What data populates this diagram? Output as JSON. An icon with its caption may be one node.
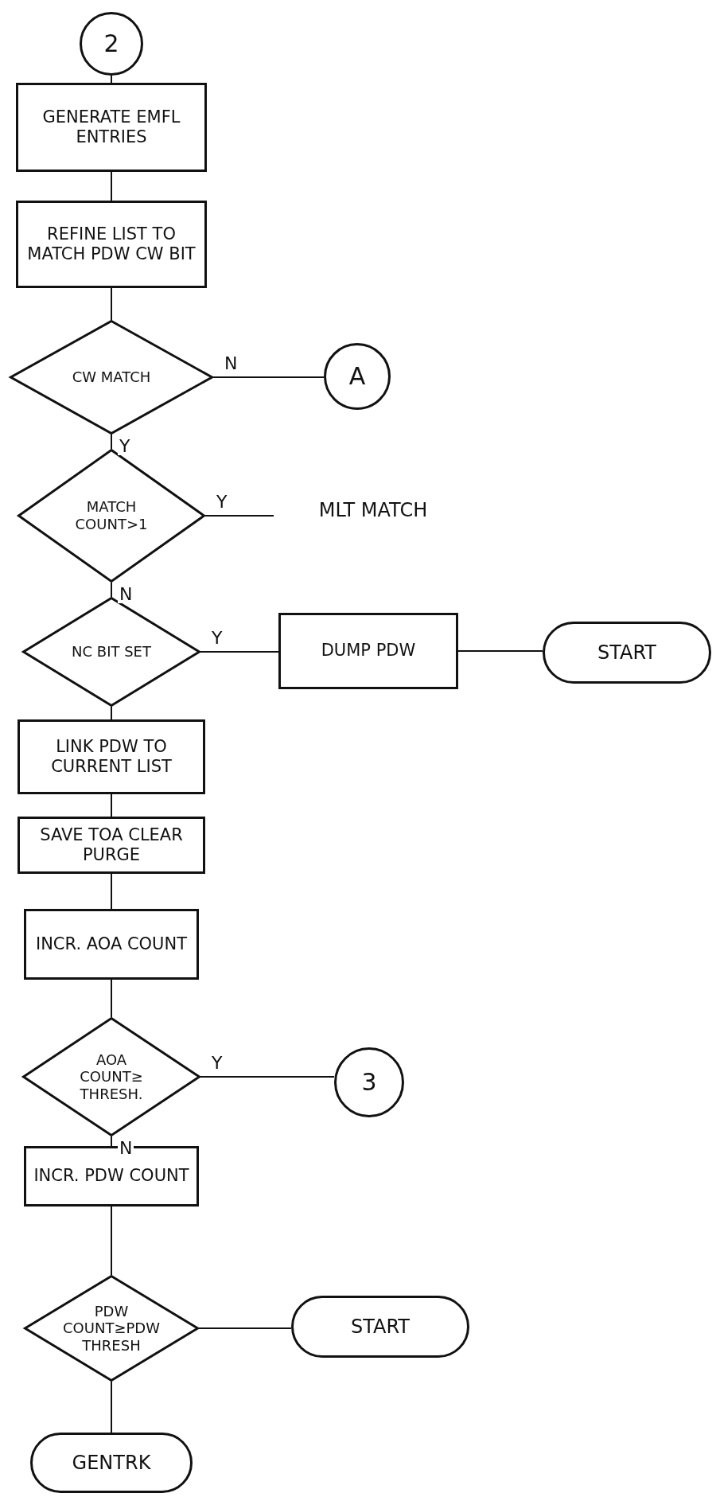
{
  "diagram": {
    "nodes": [
      {
        "text": [
          "2"
        ]
      },
      {
        "text": [
          "GENERATE EMFL ENTRIES"
        ]
      },
      {
        "text": [
          "REFINE LIST TO MATCH PDW CW BIT"
        ]
      },
      {
        "text": [
          "CW MATCH"
        ]
      },
      {
        "text": [
          "A"
        ]
      },
      {
        "text": [
          "MATCH COUNT>1"
        ]
      },
      {
        "text": [
          "MLT MATCH"
        ]
      },
      {
        "text": [
          "NC BIT SET"
        ]
      },
      {
        "text": [
          "DUMP PDW"
        ]
      },
      {
        "text": [
          "START"
        ]
      },
      {
        "text": [
          "LINK PDW TO CURRENT LIST"
        ]
      },
      {
        "text": [
          "SAVE TOA CLEAR PURGE"
        ]
      },
      {
        "text": [
          "INCR. AOA COUNT"
        ]
      },
      {
        "text": [
          "AOA COUNT≥ THRESH."
        ]
      },
      {
        "text": [
          "3"
        ]
      },
      {
        "text": [
          "INCR. PDW COUNT"
        ]
      },
      {
        "text": [
          "PDW COUNT≥PDW THRESH"
        ]
      },
      {
        "text": [
          "START"
        ]
      },
      {
        "text": [
          "GENTRK"
        ]
      }
    ],
    "edges": [
      {
        "from": 0,
        "to": 1,
        "arrow": "none"
      },
      {
        "from": 1,
        "to": 2,
        "arrow": "none"
      },
      {
        "from": 2,
        "to": 3,
        "arrow": "none"
      },
      {
        "from": 3,
        "to": 4,
        "arrow": "none",
        "label": "N"
      },
      {
        "from": 3,
        "to": 5,
        "arrow": "none",
        "label": "Y"
      },
      {
        "from": 5,
        "to": 6,
        "arrow": "none",
        "label": "Y"
      },
      {
        "from": 5,
        "to": 7,
        "arrow": "none",
        "label": "N"
      },
      {
        "from": 7,
        "to": 8,
        "arrow": "none",
        "label": "Y"
      },
      {
        "from": 8,
        "to": 9,
        "arrow": "none"
      },
      {
        "from": 7,
        "to": 10,
        "arrow": "none"
      },
      {
        "from": 10,
        "to": 11,
        "arrow": "none"
      },
      {
        "from": 11,
        "to": 12,
        "arrow": "none"
      },
      {
        "from": 12,
        "to": 13,
        "arrow": "none"
      },
      {
        "from": 13,
        "to": 14,
        "arrow": "none",
        "label": "Y"
      },
      {
        "from": 13,
        "to": 15,
        "arrow": "none",
        "label": "N"
      },
      {
        "from": 15,
        "to": 16,
        "arrow": "none"
      },
      {
        "from": 16,
        "to": 17,
        "arrow": "none"
      },
      {
        "from": 16,
        "to": 18,
        "arrow": "none"
      }
    ]
  }
}
